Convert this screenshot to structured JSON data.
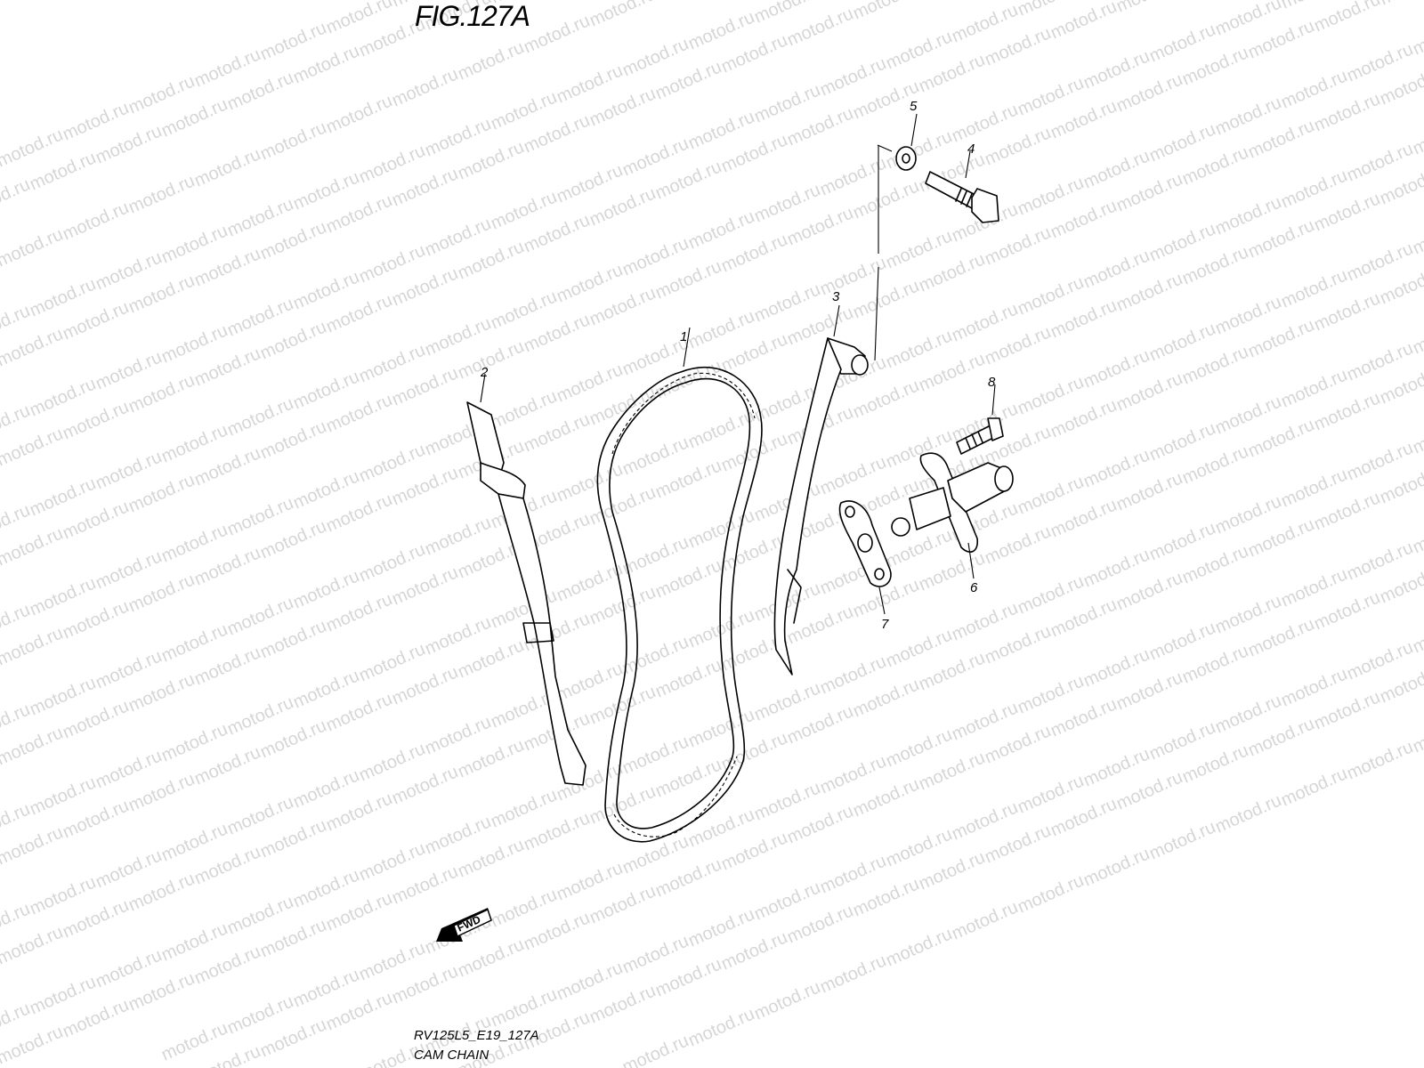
{
  "figure": {
    "title": "FIG.127A"
  },
  "watermark": {
    "text": "motod.ru"
  },
  "callouts": [
    {
      "id": "chain",
      "label": "1"
    },
    {
      "id": "guide-left",
      "label": "2"
    },
    {
      "id": "guide-right",
      "label": "3"
    },
    {
      "id": "bolt-pivot",
      "label": "4"
    },
    {
      "id": "washer",
      "label": "5"
    },
    {
      "id": "tensioner",
      "label": "6"
    },
    {
      "id": "gasket",
      "label": "7"
    },
    {
      "id": "bolt-tensioner",
      "label": "8"
    }
  ],
  "direction_badge": {
    "label": "FWD"
  },
  "footer": {
    "code": "RV125L5_E19_127A",
    "name": "CAM CHAIN"
  }
}
